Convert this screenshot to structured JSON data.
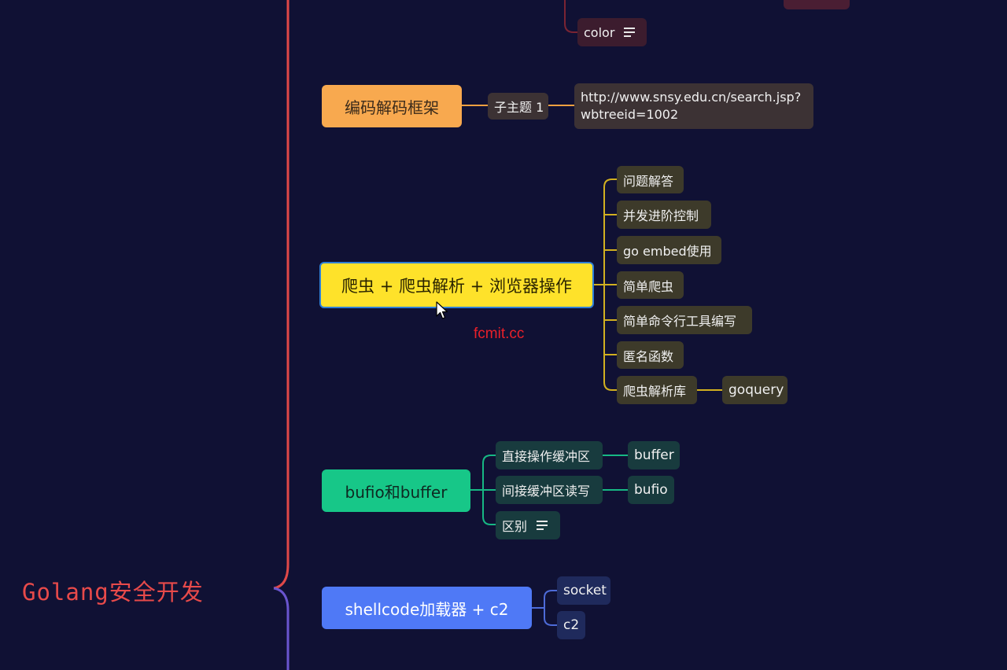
{
  "root": {
    "label": "Golang安全开发"
  },
  "watermark": "fcmit.cc",
  "topics": {
    "color_item": {
      "label": "color"
    },
    "encoding": {
      "label": "编码解码框架",
      "child": "子主题 1",
      "url_line1": "http://www.snsy.edu.cn/search.jsp?",
      "url_line2": "wbtreeid=1002"
    },
    "crawler": {
      "label": "爬虫 + 爬虫解析 + 浏览器操作",
      "children": [
        "问题解答",
        "并发进阶控制",
        "go embed使用",
        "简单爬虫",
        "简单命令行工具编写",
        "匿名函数",
        "爬虫解析库"
      ],
      "parser_child": "goquery"
    },
    "bufio": {
      "label": "bufio和buffer",
      "children": [
        "直接操作缓冲区",
        "间接缓冲区读写",
        "区别"
      ],
      "leaf_buffer": "buffer",
      "leaf_bufio": "bufio"
    },
    "shellcode": {
      "label": "shellcode加载器 + c2",
      "children": [
        "socket",
        "c2"
      ]
    }
  },
  "colors": {
    "background": "#101134",
    "root_text": "#e84a4a",
    "branch_red": "#e04848",
    "branch_purple": "#6a55cf",
    "encoding": "#f8a94f",
    "crawler": "#fee22a",
    "bufio": "#17c788",
    "shellcode": "#4f79f6"
  }
}
